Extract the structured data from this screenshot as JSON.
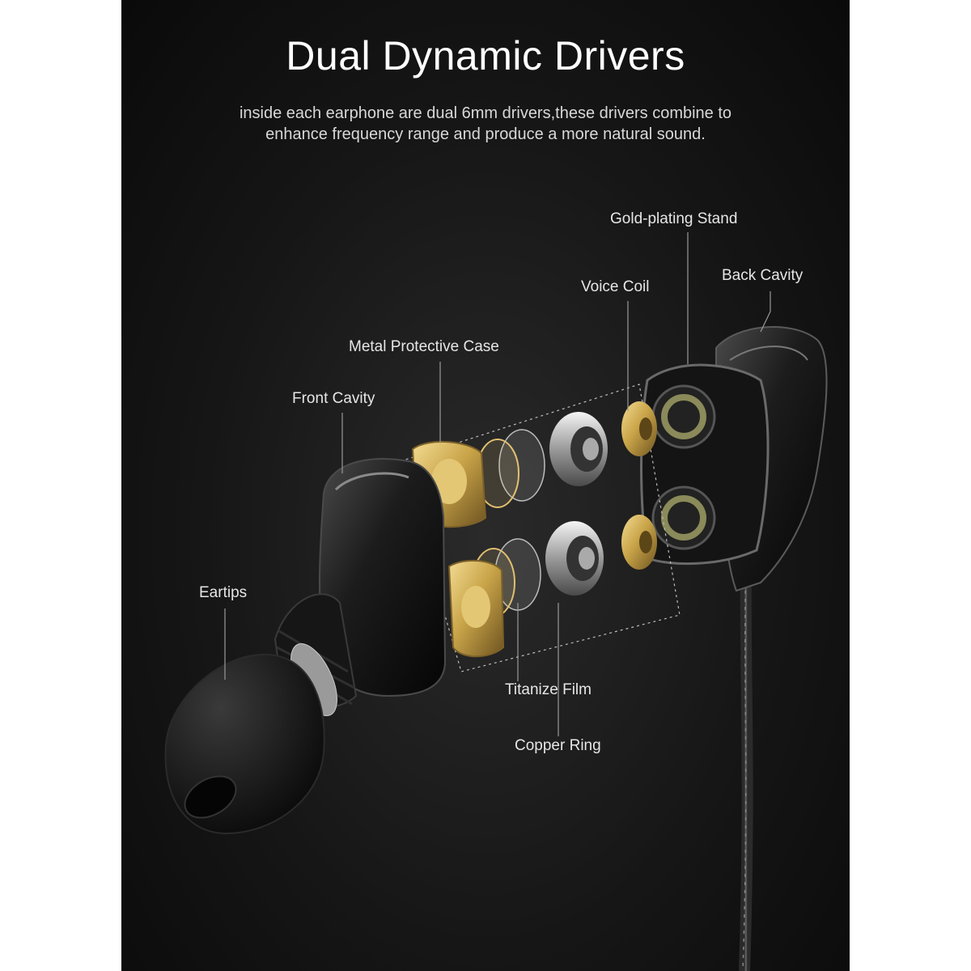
{
  "header": {
    "title": "Dual Dynamic Drivers",
    "subtitle_line1": "inside each earphone are dual 6mm drivers,these drivers combine to",
    "subtitle_line2": "enhance frequency  range and produce a more natural sound."
  },
  "callouts": {
    "gold_plating_stand": "Gold-plating Stand",
    "back_cavity": "Back Cavity",
    "voice_coil": "Voice Coil",
    "metal_protective_case": "Metal Protective Case",
    "front_cavity": "Front  Cavity",
    "eartips": "Eartips",
    "titanize_film": "Titanize Film",
    "copper_ring": "Copper Ring"
  },
  "colors": {
    "background": "#111111",
    "gold": "#c9a449",
    "chrome": "#c7c7c7",
    "shell": "#1b1b1b",
    "leader_line": "#9a9a9a"
  }
}
